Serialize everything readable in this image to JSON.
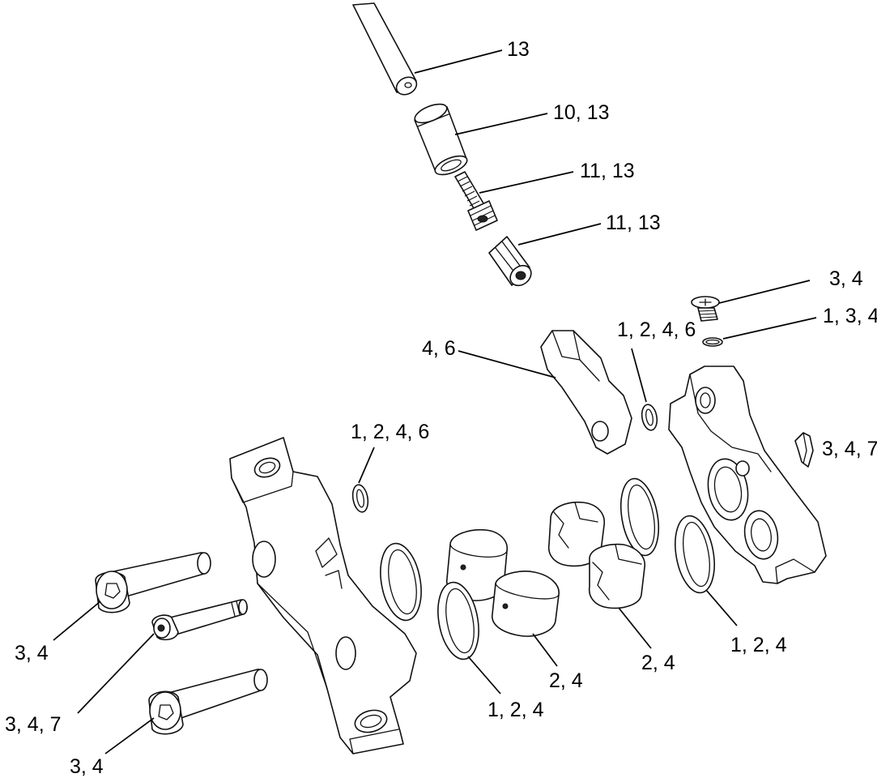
{
  "callouts": {
    "hose": "13",
    "olive": "10, 13",
    "insert": "11, 13",
    "compression_nut": "11, 13",
    "bleed_screw": "3, 4",
    "bleed_oring": "1, 3, 4",
    "pad_spring": "4, 6",
    "oring_right": "1, 2, 4, 6",
    "oring_left": "1, 2, 4, 6",
    "pad_clip": "3, 4, 7",
    "bolt_upper": "3, 4",
    "pad_pin": "3, 4, 7",
    "bolt_lower": "3, 4",
    "seal_left_front": "1, 2, 4",
    "piston_left_front": "2, 4",
    "piston_right_front": "2, 4",
    "seal_right_front": "1, 2, 4"
  }
}
